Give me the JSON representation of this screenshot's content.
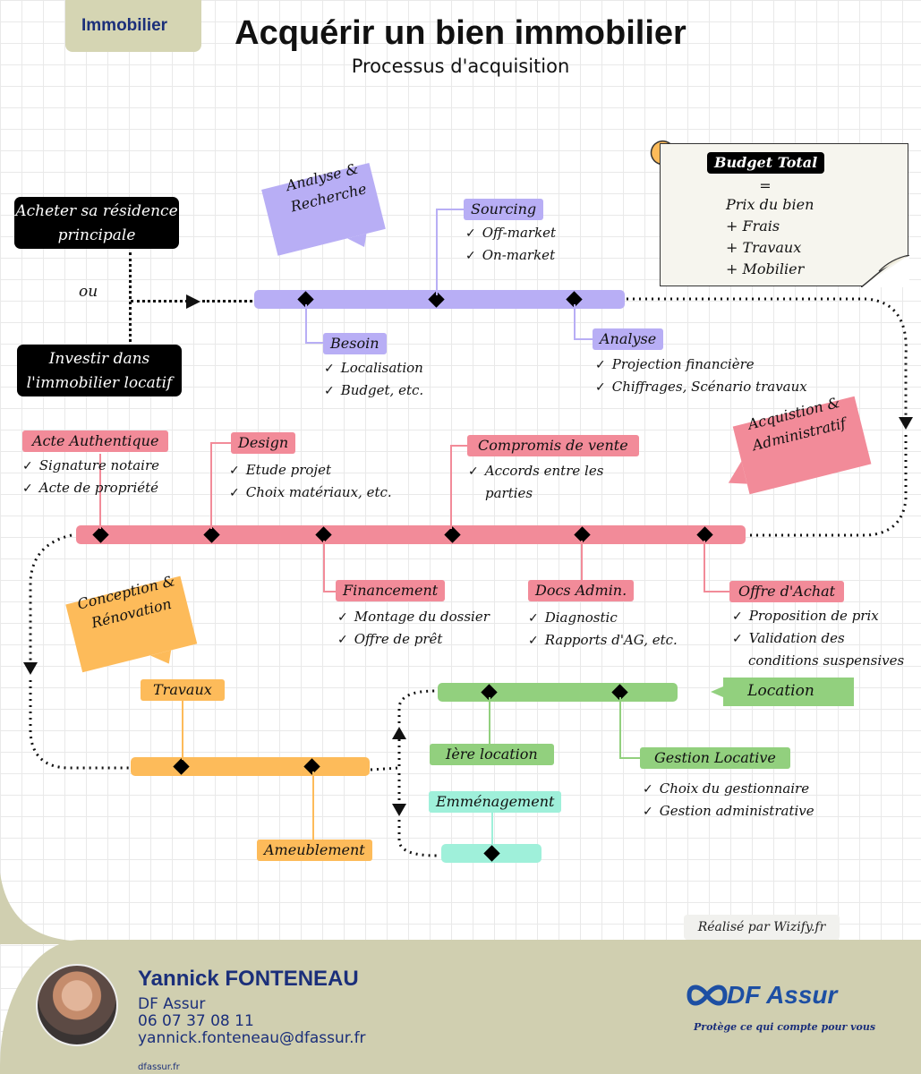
{
  "header": {
    "tag": "Immobilier",
    "title": "Acquérir un bien immobilier",
    "subtitle": "Processus d'acquisition"
  },
  "start": {
    "option1": "Acheter sa résidence principale",
    "or": "ou",
    "option2": "Investir dans l'immobilier locatif"
  },
  "phases": {
    "analyse": "Analyse & Recherche",
    "acquisition": "Acquistion & Administratif",
    "conception": "Conception & Rénovation",
    "location": "Location"
  },
  "budget": {
    "title": "Budget Total",
    "eq": "=",
    "items": [
      "Prix du bien",
      "+ Frais",
      "+ Travaux",
      "+ Mobilier"
    ]
  },
  "steps": {
    "sourcing": {
      "label": "Sourcing",
      "items": [
        "Off-market",
        "On-market"
      ]
    },
    "besoin": {
      "label": "Besoin",
      "items": [
        "Localisation",
        "Budget, etc."
      ]
    },
    "analyse": {
      "label": "Analyse",
      "items": [
        "Projection financière",
        "Chiffrages, Scénario travaux"
      ]
    },
    "acte": {
      "label": "Acte Authentique",
      "items": [
        "Signature notaire",
        "Acte de propriété"
      ]
    },
    "design": {
      "label": "Design",
      "items": [
        "Etude projet",
        "Choix matériaux, etc."
      ]
    },
    "compromis": {
      "label": "Compromis de vente",
      "items": [
        "Accords entre les",
        "parties"
      ]
    },
    "financement": {
      "label": "Financement",
      "items": [
        "Montage du dossier",
        "Offre de prêt"
      ]
    },
    "docs": {
      "label": "Docs Admin.",
      "items": [
        "Diagnostic",
        "Rapports d'AG, etc."
      ]
    },
    "offre": {
      "label": "Offre d'Achat",
      "items": [
        "Proposition de prix",
        "Validation des",
        "conditions suspensives"
      ]
    },
    "travaux": {
      "label": "Travaux"
    },
    "ameublement": {
      "label": "Ameublement"
    },
    "premiere": {
      "label": "Ière location"
    },
    "gestion": {
      "label": "Gestion Locative",
      "items": [
        "Choix du gestionnaire",
        "Gestion administrative"
      ]
    },
    "emmenagement": {
      "label": "Emménagement"
    }
  },
  "credit": "Réalisé par Wizify.fr",
  "footer": {
    "name": "Yannick FONTENEAU",
    "company": "DF Assur",
    "phone": "06 07 37 08 11",
    "email": "yannick.fonteneau@dfassur.fr",
    "site": "dfassur.fr",
    "logo": "DF Assur",
    "slogan": "Protège ce qui compte pour vous"
  },
  "colors": {
    "purple": "#b8aef5",
    "pink": "#f28b99",
    "orange": "#fdbb5a",
    "green": "#92d07e",
    "mint": "#9ff0da",
    "navy": "#1b2f7a"
  },
  "check": "✓"
}
